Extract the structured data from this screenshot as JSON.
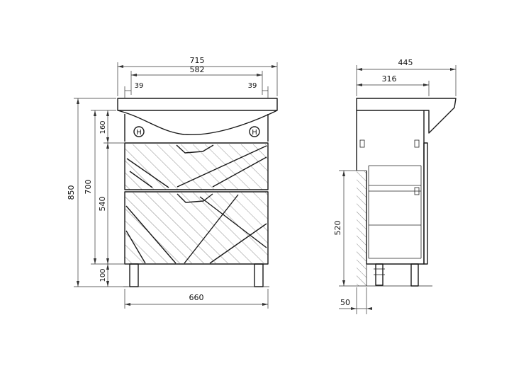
{
  "front_view": {
    "dimensions": {
      "overall_width": "715",
      "inner_width": "582",
      "left_offset": "39",
      "right_offset": "39",
      "total_height": "850",
      "cabinet_height": "700",
      "basin_height": "160",
      "drawer_height": "540",
      "leg_height": "100",
      "cabinet_width": "660"
    },
    "tap_badge": "H"
  },
  "side_view": {
    "dimensions": {
      "overall_depth": "445",
      "cabinet_depth": "316",
      "body_height": "520",
      "wall_gap": "50"
    }
  }
}
